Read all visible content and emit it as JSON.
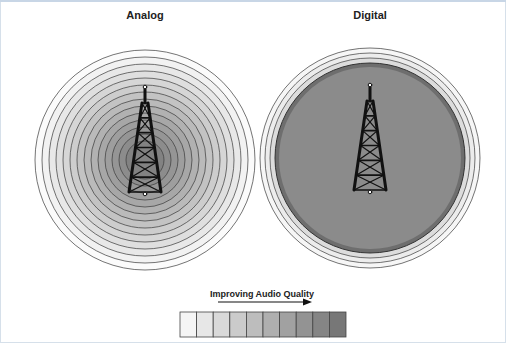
{
  "diagram": {
    "labels": [
      "Analog",
      "Digital",
      "Improving Audio Quality"
    ]
  }
}
